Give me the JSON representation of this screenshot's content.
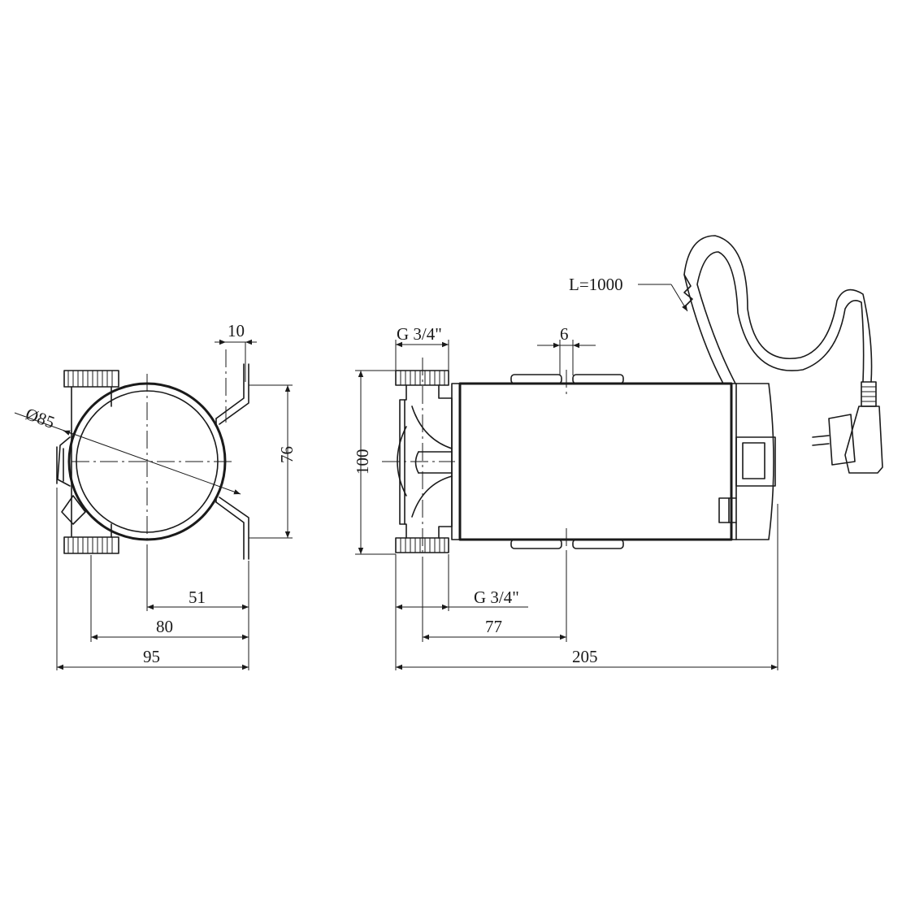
{
  "labels": {
    "d10": "10",
    "d85": "Ø85",
    "d76": "76",
    "d51": "51",
    "d80": "80",
    "d95": "95",
    "thread_top": "G 3/4\"",
    "d6": "6",
    "d100": "100",
    "thread_bottom": "G 3/4\"",
    "d77": "77",
    "d205": "205",
    "cable": "L=1000"
  }
}
